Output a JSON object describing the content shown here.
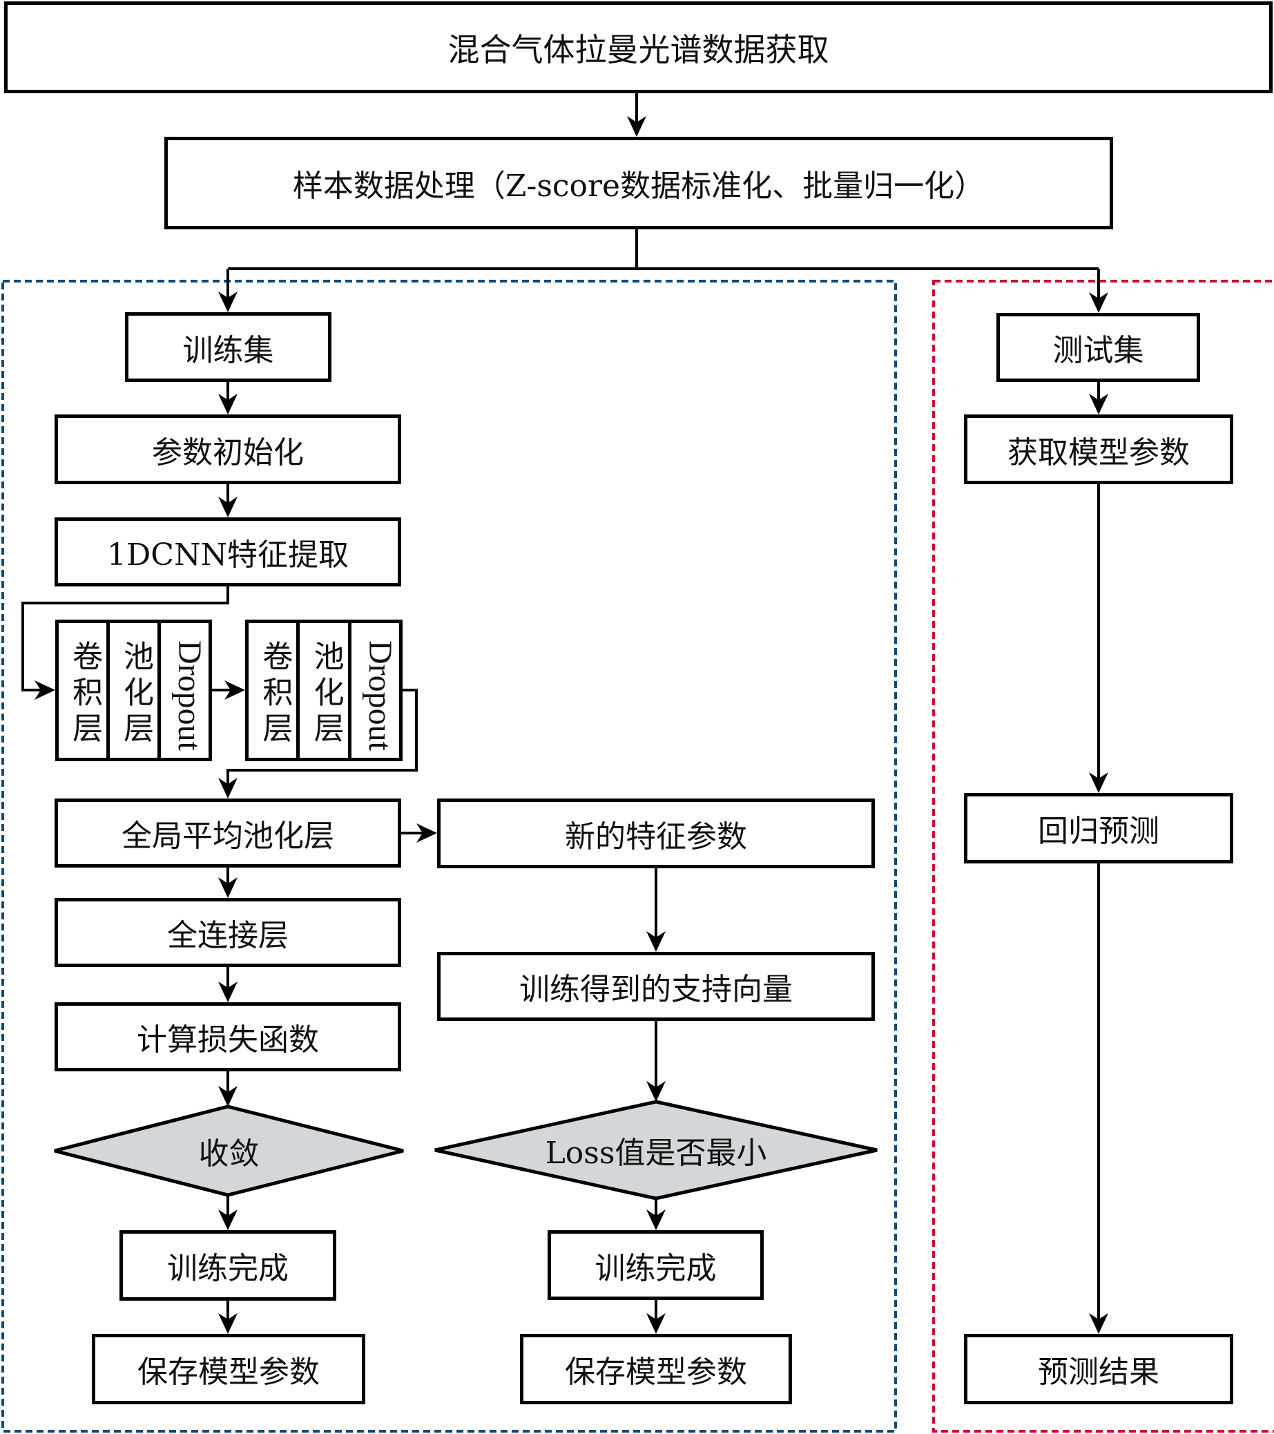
{
  "diagram": {
    "colors": {
      "line": "#000000",
      "training_region": "#0c4a7c",
      "testing_region": "#c8102e",
      "decision_fill": "#d3d7d9"
    },
    "top": {
      "acquire": "混合气体拉曼光谱数据获取",
      "preprocess": "样本数据处理（Z-score数据标准化、批量归一化）"
    },
    "training": {
      "region_label": "training-region",
      "train_set": "训练集",
      "param_init": "参数初始化",
      "feature_extract": "1DCNN特征提取",
      "layer_groups": [
        {
          "conv": "卷积层",
          "pool": "池化层",
          "dropout": "Dropout"
        },
        {
          "conv": "卷积层",
          "pool": "池化层",
          "dropout": "Dropout"
        }
      ],
      "gap_layer": "全局平均池化层",
      "fc_layer": "全连接层",
      "loss_calc": "计算损失函数",
      "converge": "收敛",
      "done_left": "训练完成",
      "save_left": "保存模型参数",
      "new_features": "新的特征参数",
      "support_vectors": "训练得到的支持向量",
      "loss_min": "Loss值是否最小",
      "done_right": "训练完成",
      "save_right": "保存模型参数"
    },
    "testing": {
      "test_set": "测试集",
      "load_params": "获取模型参数",
      "regression": "回归预测",
      "result": "预测结果"
    }
  }
}
